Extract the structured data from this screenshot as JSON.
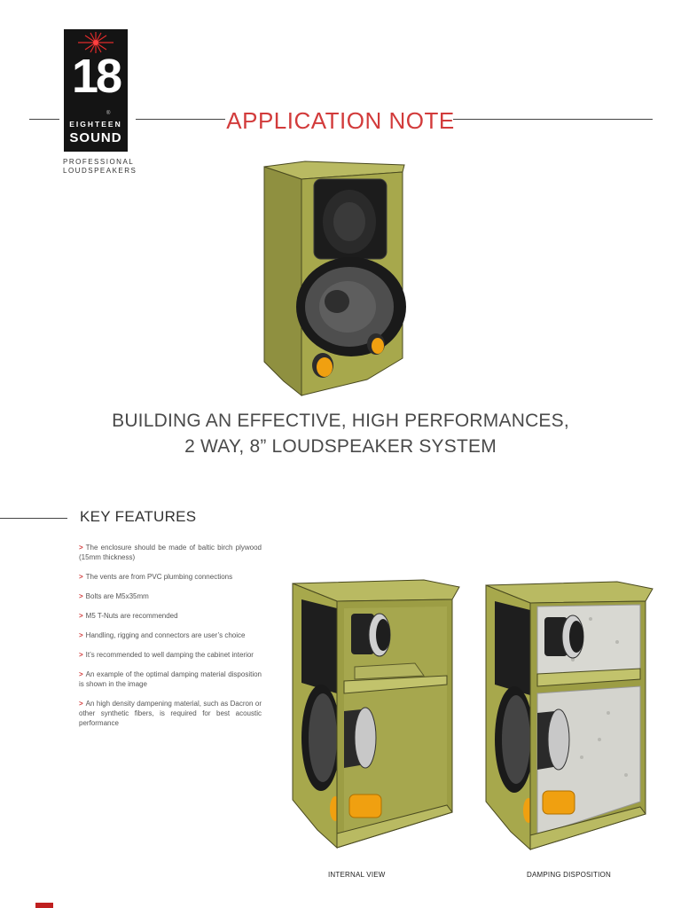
{
  "brand": {
    "number": "18",
    "line1": "EIGHTEEN",
    "line2": "SOUND",
    "registered": "®",
    "tagline_1": "PROFESSIONAL",
    "tagline_2": "LOUDSPEAKERS",
    "accent_color": "#d23b3b"
  },
  "header": {
    "title": "APPLICATION NOTE"
  },
  "main": {
    "title_line1": "BUILDING AN EFFECTIVE, HIGH PERFORMANCES,",
    "title_line2": "2 WAY, 8” LOUDSPEAKER SYSTEM"
  },
  "features": {
    "heading": "KEY FEATURES",
    "marker": ">",
    "items": [
      "The enclosure should be made of  baltic birch plywood (15mm thickness)",
      "The vents are from PVC plumbing connections",
      "Bolts are M5x35mm",
      "M5 T-Nuts are recommended",
      "Handling, rigging and connectors are user’s choice",
      "It’s recommended to well damping the cabinet interior",
      "An example of the optimal damping material disposition is shown in the image",
      "An high density dampening material, such as Dacron or other synthetic fibers, is required for best acoustic performance"
    ]
  },
  "figures": {
    "internal_caption": "INTERNAL VIEW",
    "damping_caption": "DAMPING DISPOSITION",
    "wood_color": "#a7a84c",
    "port_color": "#f0a010",
    "damping_color": "#d8d8d2"
  }
}
